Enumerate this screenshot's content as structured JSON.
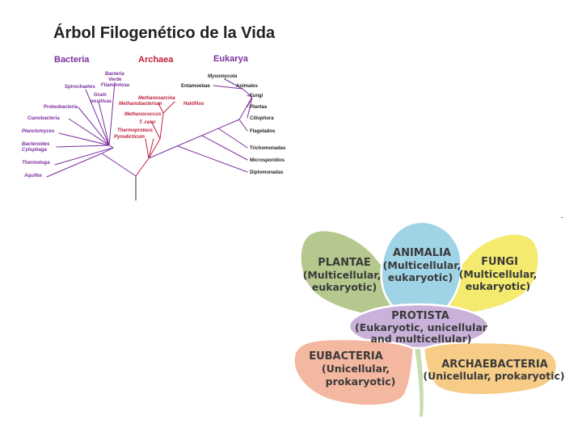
{
  "tree": {
    "title": "Árbol Filogenético de la Vida",
    "domains": [
      {
        "key": "bacteria",
        "label": "Bacteria",
        "color": "#7b2f9e"
      },
      {
        "key": "archaea",
        "label": "Archaea",
        "color": "#c0203a"
      },
      {
        "key": "eukarya",
        "label": "Eukarya",
        "color": "#7b2f9e"
      }
    ],
    "taxa": [
      "Bacteria",
      "Verde",
      "Filamentosa",
      "Spirochaetes",
      "Gram",
      "positivas",
      "Proteobacteria",
      "Cianobacteria",
      "Planctomyces",
      "Bacteroides",
      "Cytophaga",
      "Thermotoga",
      "Aquifex",
      "Methanosarcina",
      "Methanobacterium",
      "Halófilos",
      "Methanococcus",
      "T. celer",
      "Thermoproteus",
      "Pyrodicticum",
      "Myxomycota",
      "Entamoebae",
      "Animales",
      "Fungi",
      "Plantas",
      "Ciliophora",
      "Flagelados",
      "Trichomonadas",
      "Microsporidios",
      "Diplomonadas"
    ],
    "line_colors": {
      "bacteria": "#7b2f9e",
      "archaea": "#c0203a",
      "eukarya": "#7b2f9e",
      "root": "#333333",
      "taxa_text": "#222222"
    }
  },
  "corner_mark": "-",
  "kingdoms": {
    "colors": {
      "plantae": "#b5c98f",
      "animalia": "#9fd3e6",
      "fungi": "#f3ea6e",
      "protista": "#c9b1d9",
      "eubacteria": "#f4b7a0",
      "archaebacteria": "#f7cc86",
      "stem": "#c7dcb0",
      "outline": "#ffffff"
    },
    "petals": [
      {
        "key": "plantae",
        "name": "PLANTAE",
        "lines": [
          "(Multicellular,",
          "eukaryotic)"
        ]
      },
      {
        "key": "animalia",
        "name": "ANIMALIA",
        "lines": [
          "(Multicellular,",
          "eukaryotic)"
        ]
      },
      {
        "key": "fungi",
        "name": "FUNGI",
        "lines": [
          "(Multicellular,",
          "eukaryotic)"
        ]
      },
      {
        "key": "protista",
        "name": "PROTISTA",
        "lines": [
          "(Eukaryotic, unicellular",
          "and multicellular)"
        ]
      },
      {
        "key": "eubacteria",
        "name": "EUBACTERIA",
        "lines": [
          "(Unicellular,",
          "prokaryotic)"
        ]
      },
      {
        "key": "archaebacteria",
        "name": "ARCHAEBACTERIA",
        "lines": [
          "(Unicellular, prokaryotic)"
        ]
      }
    ]
  }
}
